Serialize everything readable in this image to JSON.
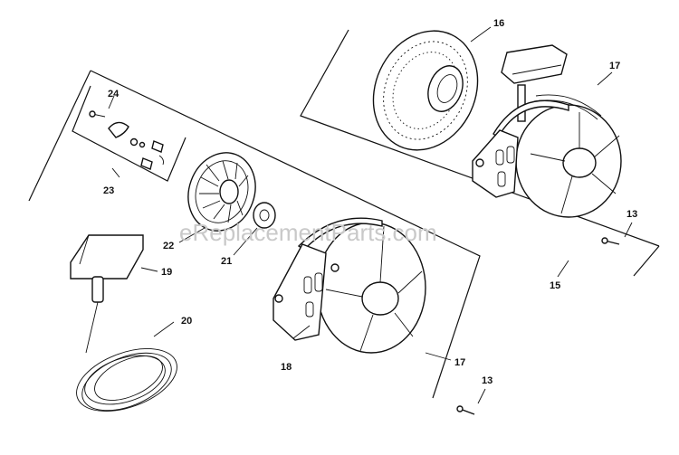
{
  "watermark": "eReplacementParts.com",
  "callouts": {
    "c13a": "13",
    "c13b": "13",
    "c15": "15",
    "c16": "16",
    "c17a": "17",
    "c17b": "17",
    "c18": "18",
    "c19": "19",
    "c20": "20",
    "c21": "21",
    "c22": "22",
    "c23": "23",
    "c24": "24"
  }
}
